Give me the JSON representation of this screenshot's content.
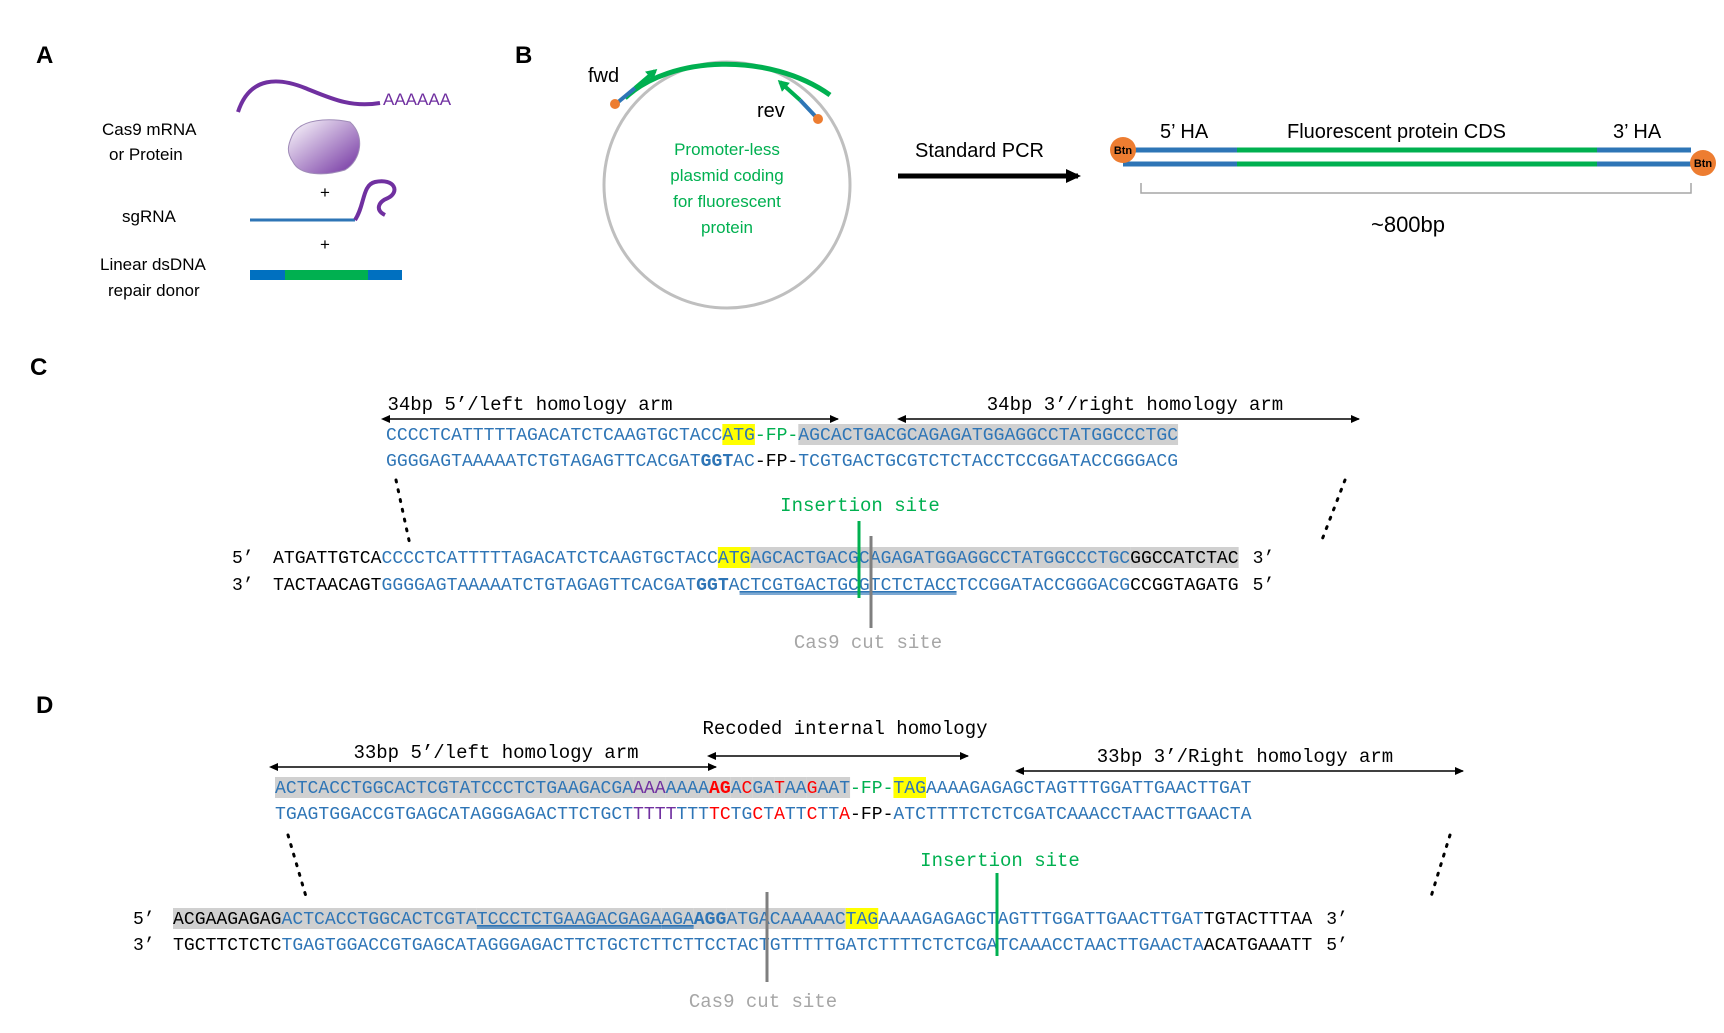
{
  "colors": {
    "blue": "#2e75b6",
    "green": "#00b050",
    "purple": "#7030a0",
    "red": "#ff0000",
    "yellow": "#ffff00",
    "gray_highlight": "#d0d0d0",
    "dark_gray_highlight": "#bfbfbf",
    "orange": "#ed7d31",
    "cut_gray": "#7f7f7f",
    "dark_blue": "#1f4e79"
  },
  "panelA": {
    "letter": "A",
    "polyA": "AAAAAA",
    "cas9_line1": "Cas9 mRNA",
    "cas9_line2": "or Protein",
    "plus1": "+",
    "sgrna": "sgRNA",
    "plus2": "+",
    "donor_line1": "Linear dsDNA",
    "donor_line2": "repair donor"
  },
  "panelB": {
    "letter": "B",
    "fwd": "fwd",
    "rev": "rev",
    "plasmid_lines": [
      "Promoter-less",
      "plasmid coding",
      "for fluorescent",
      "protein"
    ],
    "pcr": "Standard PCR",
    "btn": "Btn",
    "ha5": "5’ HA",
    "cds": "Fluorescent protein CDS",
    "ha3": "3’ HA",
    "size": "~800bp"
  },
  "panelC": {
    "letter": "C",
    "left_arm": "34bp 5’/left homology arm",
    "right_arm": "34bp 3’/right homology arm",
    "donor_top": [
      {
        "t": "CCCCTCATTTTTAGACATCTCAAGTGCTACC",
        "c": "blue"
      },
      {
        "t": "ATG",
        "c": "blue",
        "hl": "yellow"
      },
      {
        "t": "-FP-",
        "c": "green"
      },
      {
        "t": "AGCACTGACGCAGAGATGGAGGCCTATGGCCCTGC",
        "c": "blue",
        "hl": "gray"
      }
    ],
    "donor_bottom": [
      {
        "t": "GGGGAGTAAAAATCTGTAGAGTTCACGAT",
        "c": "blue"
      },
      {
        "t": "GGT",
        "c": "blue",
        "b": true
      },
      {
        "t": "AC",
        "c": "blue"
      },
      {
        "t": "-FP-",
        "c": "black"
      },
      {
        "t": "TCGTGACTGCGTCTCTACCTCCGGATACCGGGACG",
        "c": "blue"
      }
    ],
    "insertion": "Insertion site",
    "genome_top_prefix": "5’",
    "genome_top": [
      {
        "t": "ATGATTGTCA",
        "c": "black"
      },
      {
        "t": "CCCCTCATTTTTAGACATCTCAAGTGCTACC",
        "c": "blue"
      },
      {
        "t": "ATG",
        "c": "blue",
        "hl": "yellow"
      },
      {
        "t": "AGCACTGACGCAGAGATGGAGGCCTATGGCCCTGC",
        "c": "blue",
        "hl": "gray"
      },
      {
        "t": "GGCCATCTAC",
        "c": "black",
        "hl": "gray"
      }
    ],
    "genome_top_suffix": "3’",
    "genome_bottom_prefix": "3’",
    "genome_bottom": [
      {
        "t": "TACTAACAGT",
        "c": "black"
      },
      {
        "t": "GGGGAGTAAAAATCTGTAGAGTTCACGAT",
        "c": "blue"
      },
      {
        "t": "GGT",
        "c": "blue",
        "b": true
      },
      {
        "t": "A",
        "c": "blue"
      },
      {
        "t": "CTCGTGACTGCGTCTCTACC",
        "c": "blue",
        "u": true
      },
      {
        "t": "TCCGGATACCGGGACG",
        "c": "blue"
      },
      {
        "t": "CCGGTAGATG",
        "c": "black"
      }
    ],
    "genome_bottom_suffix": "5’",
    "cut": "Cas9 cut site"
  },
  "panelD": {
    "letter": "D",
    "recoded": "Recoded internal homology",
    "left_arm": "33bp 5’/left homology arm",
    "right_arm": "33bp 3’/Right homology arm",
    "donor_top": [
      {
        "t": "ACTCACCTGGCACTCGTATCCCTCTGAAGACGA",
        "c": "blue",
        "hl": "gray"
      },
      {
        "t": "AAA",
        "c": "purple",
        "hl": "gray"
      },
      {
        "t": "AAAA",
        "c": "blue",
        "hl": "gray"
      },
      {
        "t": "AG",
        "c": "red",
        "hl": "gray",
        "b": true
      },
      {
        "t": "A",
        "c": "blue",
        "hl": "gray"
      },
      {
        "t": "C",
        "c": "red",
        "hl": "gray"
      },
      {
        "t": "GA",
        "c": "blue",
        "hl": "gray"
      },
      {
        "t": "T",
        "c": "red",
        "hl": "gray"
      },
      {
        "t": "AA",
        "c": "blue",
        "hl": "gray"
      },
      {
        "t": "G",
        "c": "red",
        "hl": "gray"
      },
      {
        "t": "AAT",
        "c": "blue",
        "hl": "gray"
      },
      {
        "t": "-FP-",
        "c": "green"
      },
      {
        "t": "TAG",
        "c": "blue",
        "hl": "yellow"
      },
      {
        "t": "AAAAGAGAGCTAGTTTGGATTGAACTTGAT",
        "c": "blue"
      }
    ],
    "donor_bottom": [
      {
        "t": "TGAGTGGACCGTGAGCATAGGGAGACTTCTGCT",
        "c": "blue"
      },
      {
        "t": "TTTT",
        "c": "purple"
      },
      {
        "t": "TTT",
        "c": "blue"
      },
      {
        "t": "TC",
        "c": "red"
      },
      {
        "t": "TG",
        "c": "blue"
      },
      {
        "t": "C",
        "c": "red"
      },
      {
        "t": "T",
        "c": "blue"
      },
      {
        "t": "A",
        "c": "red"
      },
      {
        "t": "TT",
        "c": "blue"
      },
      {
        "t": "C",
        "c": "red"
      },
      {
        "t": "TT",
        "c": "blue"
      },
      {
        "t": "A",
        "c": "red"
      },
      {
        "t": "-FP-",
        "c": "black"
      },
      {
        "t": "ATCTTTTCTCTCGATCAAACCTAACTTGAACTA",
        "c": "blue"
      }
    ],
    "insertion": "Insertion site",
    "genome_top_prefix": "5’",
    "genome_top": [
      {
        "t": "ACGAAGAGAG",
        "c": "black",
        "hl": "gray"
      },
      {
        "t": "ACTCACCTGGCACTCGTA",
        "c": "blue",
        "hl": "gray"
      },
      {
        "t": "TCCCTCTGAAGACGAGA",
        "c": "blue",
        "hl": "gray",
        "u": true
      },
      {
        "t": "AGA",
        "c": "blue",
        "hl": "gray",
        "u": true
      },
      {
        "t": "AGG",
        "c": "blue",
        "hl": "gray",
        "b": true
      },
      {
        "t": "ATGACAAAAAC",
        "c": "blue",
        "hl": "gray"
      },
      {
        "t": "TAG",
        "c": "blue",
        "hl": "yellow"
      },
      {
        "t": "AAAAGAGAGCTAGTTTGGATTGAACTTGAT",
        "c": "blue"
      },
      {
        "t": "TGTACTTTAA",
        "c": "black"
      }
    ],
    "genome_top_suffix": "3’",
    "genome_bottom_prefix": "3’",
    "genome_bottom": [
      {
        "t": "TGCTTCTCTC",
        "c": "black"
      },
      {
        "t": "TGAGTGGACCGTGAGCATAGGGAGACTTCTGCTCTTCTTCCTACTGTTTTTG",
        "c": "blue"
      },
      {
        "t": "ATCTTTTCTCTCGATCAAACCTAACTTGAACTA",
        "c": "blue"
      },
      {
        "t": "ACATGAAATT",
        "c": "black"
      }
    ],
    "genome_bottom_suffix": "5’",
    "cut": "Cas9 cut site"
  }
}
